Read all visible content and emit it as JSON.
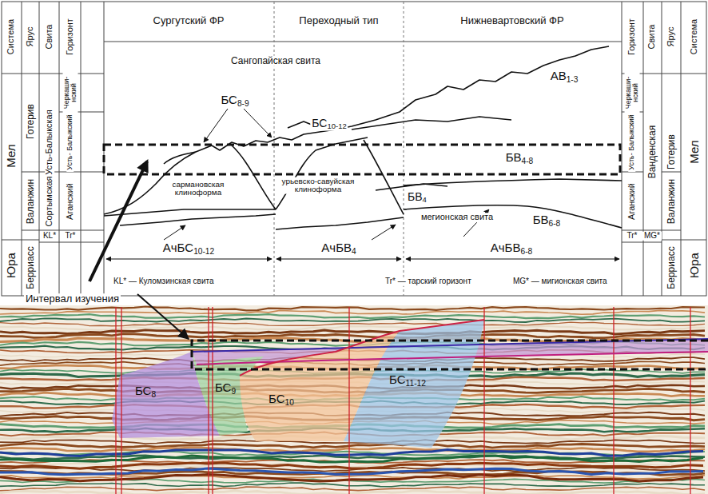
{
  "diagram": {
    "labels": [
      "Система",
      "Ярус",
      "Свита",
      "Горизонт",
      "Сургутский ФР",
      "Переходный тип",
      "Нижневартовский ФР",
      "Горизонт",
      "Свита",
      "Ярус",
      "Система",
      "Мел",
      "Готерив",
      "Усть-Балыкская",
      "Черкаши- нский",
      "Сангопайская свита",
      "АВ1-3",
      "Черкаши- нский",
      "Ванденская",
      "Готерив",
      "Мел",
      "Усть- Балыкский",
      "БС8-9",
      "БС10-12",
      "БВ4-8",
      "Усть- Балыкский",
      "сармановская клиноформа",
      "урьевско-савуйская клиноформа",
      "Валанжин",
      "Сортымская",
      "Аганский",
      "БВ4",
      "мегионская свита",
      "БВ6-8",
      "Аганский",
      "Валанжин",
      "KL*",
      "Tr*",
      "Tr*",
      "MG*",
      "АчБС10-12",
      "АчБВ4",
      "АчБВ6-8",
      "Юра",
      "Берриасс",
      "KL* — Куломзинская свита",
      "Tr* — тарский горизонт",
      "MG* — мигионская свита",
      "Берриасс",
      "Юра",
      "Интервал изучения",
      "БС8",
      "БС9",
      "БС10",
      "БС11-12"
    ]
  }
}
